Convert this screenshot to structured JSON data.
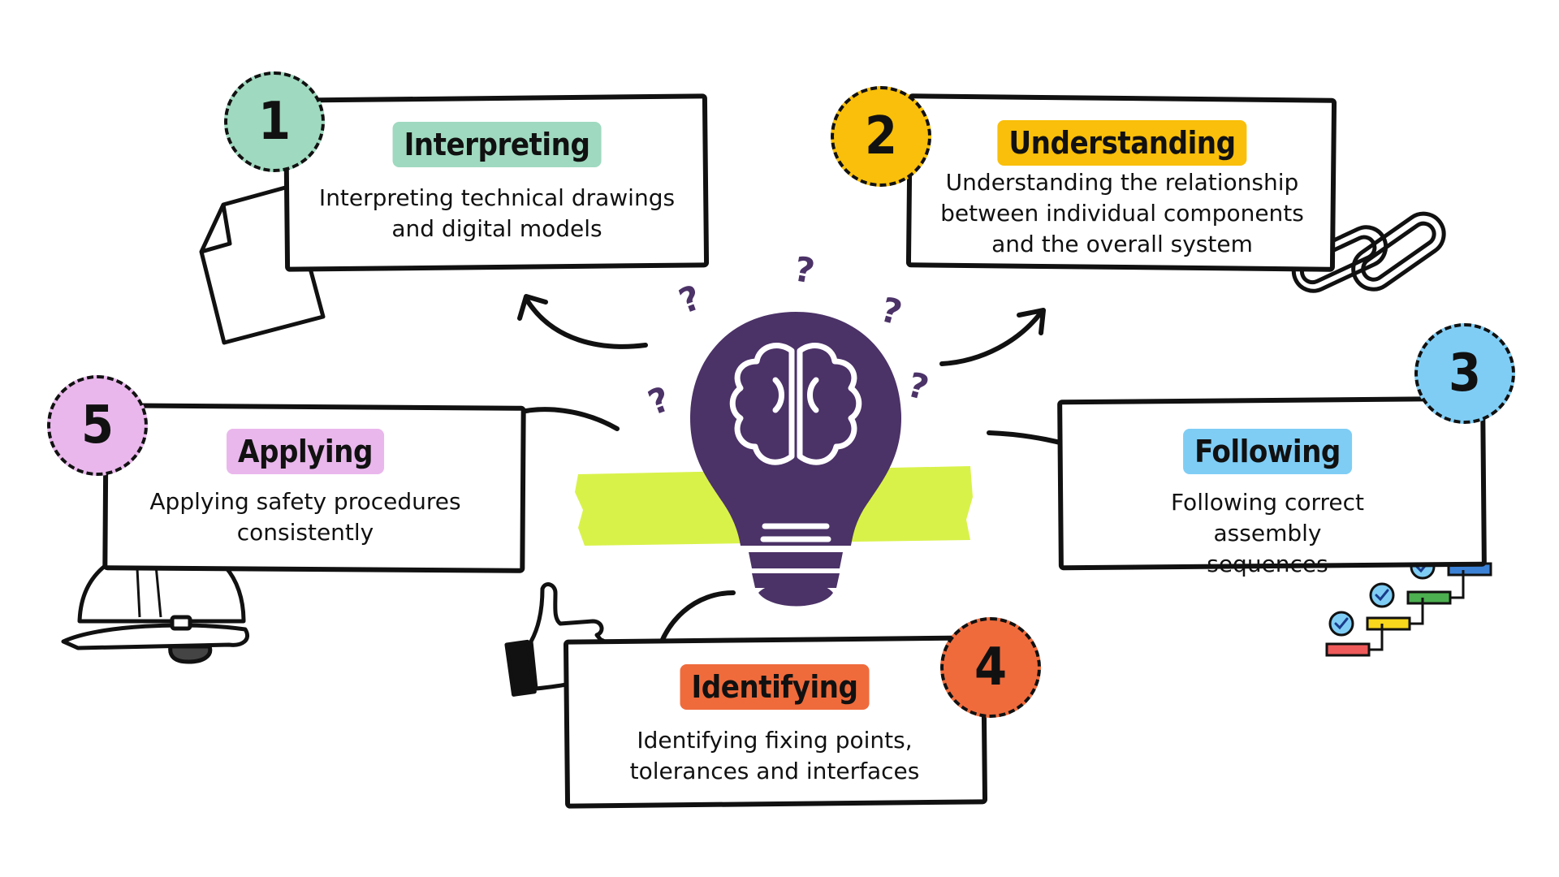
{
  "colors": {
    "step1": "#9fd9bf",
    "step2": "#f9bf0a",
    "step3": "#7fcdf5",
    "step4": "#ef6b3c",
    "step5": "#e9b7ec",
    "bulb": "#4b3267",
    "highlight": "#d9f24a"
  },
  "steps": [
    {
      "number": "1",
      "title": "Interpreting",
      "description": "Interpreting technical drawings\nand digital models",
      "icon": "document-icon"
    },
    {
      "number": "2",
      "title": "Understanding",
      "description": "Understanding the relationship\nbetween individual components\nand the overall system",
      "icon": "chain-link-icon"
    },
    {
      "number": "3",
      "title": "Following",
      "description": "Following correct assembly\nsequences",
      "icon": "checklist-steps-icon"
    },
    {
      "number": "4",
      "title": "Identifying",
      "description": "Identifying fixing points,\ntolerances and interfaces",
      "icon": "pointing-hand-icon"
    },
    {
      "number": "5",
      "title": "Applying",
      "description": "Applying safety procedures\nconsistently",
      "icon": "hard-hat-icon"
    }
  ],
  "center": {
    "icon": "lightbulb-brain-icon",
    "marks": [
      "?",
      "?",
      "?",
      "?",
      "?"
    ]
  }
}
